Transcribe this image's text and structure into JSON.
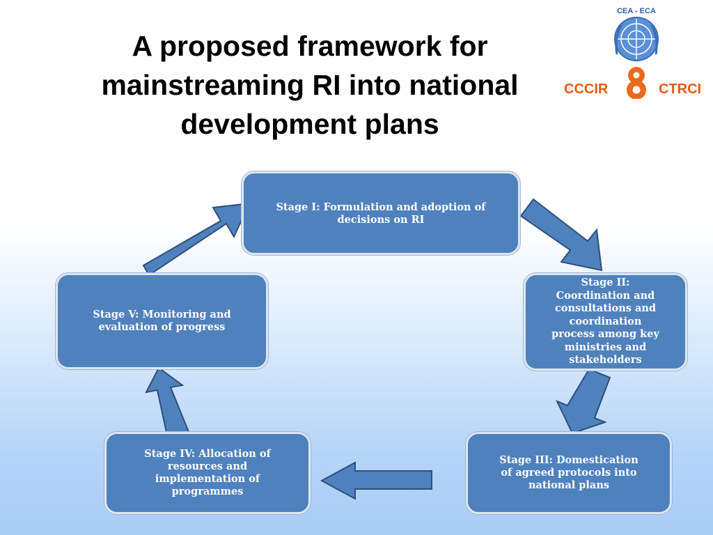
{
  "slide": {
    "title_lines": [
      "A proposed framework for",
      "mainstreaming RI into national",
      "development plans"
    ]
  },
  "logo": {
    "tag": "CEA - ECA",
    "left_text": "CCCIR",
    "right_text": "CTRCI",
    "number": "8"
  },
  "stages": {
    "s1": [
      "Stage I: Formulation and adoption of",
      "decisions on RI"
    ],
    "s2": [
      "Stage II:",
      "Coordination and",
      "consultations and",
      "coordination",
      "process among key",
      "ministries and",
      "stakeholders"
    ],
    "s3": [
      "Stage III: Domestication",
      "of agreed protocols into",
      "national plans"
    ],
    "s4": [
      "Stage IV: Allocation of",
      "resources and",
      "implementation of",
      "programmes"
    ],
    "s5": [
      "Stage V: Monitoring and",
      "evaluation of progress"
    ]
  },
  "colors": {
    "box_fill": "#4f81bd",
    "box_border": "#dde6f1",
    "text": "#ffffff",
    "logo_orange": "#e65a14",
    "un_blue": "#5b8fd6"
  }
}
